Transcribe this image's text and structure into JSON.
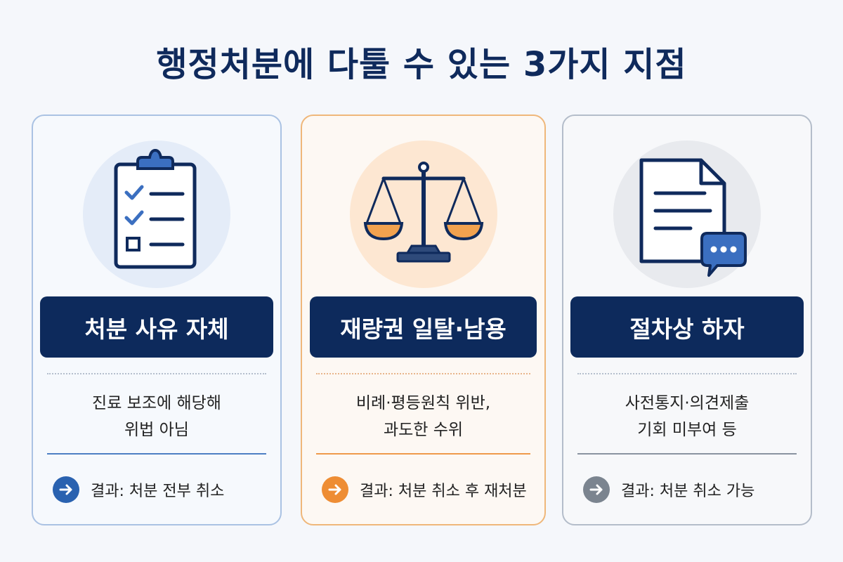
{
  "title": "행정처분에 다툴 수 있는 3가지 지점",
  "cards": [
    {
      "icon": "clipboard-checklist-icon",
      "label": "처분 사유 자체",
      "desc_line1": "진료 보조에 해당해",
      "desc_line2": "위법 아님",
      "result": "결과: 처분 전부 취소",
      "accent": "#2a62b0"
    },
    {
      "icon": "scales-of-justice-icon",
      "label": "재량권 일탈·남용",
      "desc_line1": "비례·평등원칙 위반,",
      "desc_line2": "과도한 수위",
      "result": "결과: 처분 취소 후 재처분",
      "accent": "#ee8d34"
    },
    {
      "icon": "document-speech-bubble-icon",
      "label": "절차상 하자",
      "desc_line1": "사전통지·의견제출",
      "desc_line2": "기회 미부여 등",
      "result": "결과: 처분 취소 가능",
      "accent": "#7b848f"
    }
  ],
  "colors": {
    "navy": "#0d2a5c",
    "blue": "#2a62b0",
    "orange": "#ee8d34",
    "gray": "#7b848f"
  }
}
